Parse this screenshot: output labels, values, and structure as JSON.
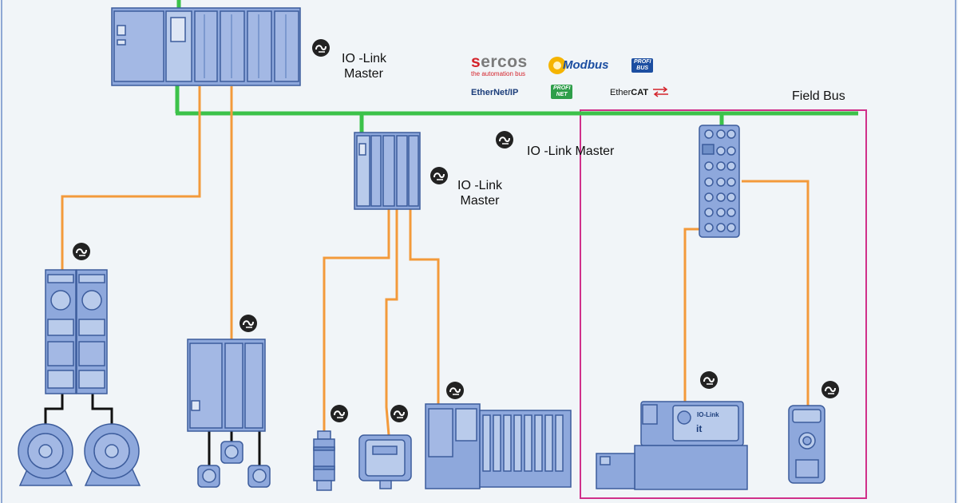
{
  "labels": {
    "plc_master": [
      "IO -Link",
      "Master"
    ],
    "distributed_master": [
      "IO -Link",
      "Master"
    ],
    "io_link_master_inline": "IO -Link Master",
    "field_bus": "Field Bus"
  },
  "fieldbus_logos": {
    "sercos": {
      "prefix": "s",
      "rest": "ercos",
      "tagline": "the automation bus"
    },
    "modbus": "Modbus",
    "profibus": [
      "PROFI",
      "BUS"
    ],
    "ethernet_ip": "EtherNet/IP",
    "profinet": [
      "PROFI",
      "NET"
    ],
    "ethercat": {
      "prefix": "Ether",
      "suffix": "CAT"
    }
  },
  "devices": {
    "valve_label": "IO-Link",
    "valve_symbol": "it"
  },
  "colors": {
    "background": "#f1f5f8",
    "device_fill": "#8ea8dc",
    "device_stroke": "#3c5c9c",
    "io_link_cable": "#f39a3b",
    "field_bus": "#3cc24a",
    "highlight_frame": "#d0308a",
    "io_link_icon": "#222222"
  },
  "icons": [
    "io-link-icon"
  ]
}
